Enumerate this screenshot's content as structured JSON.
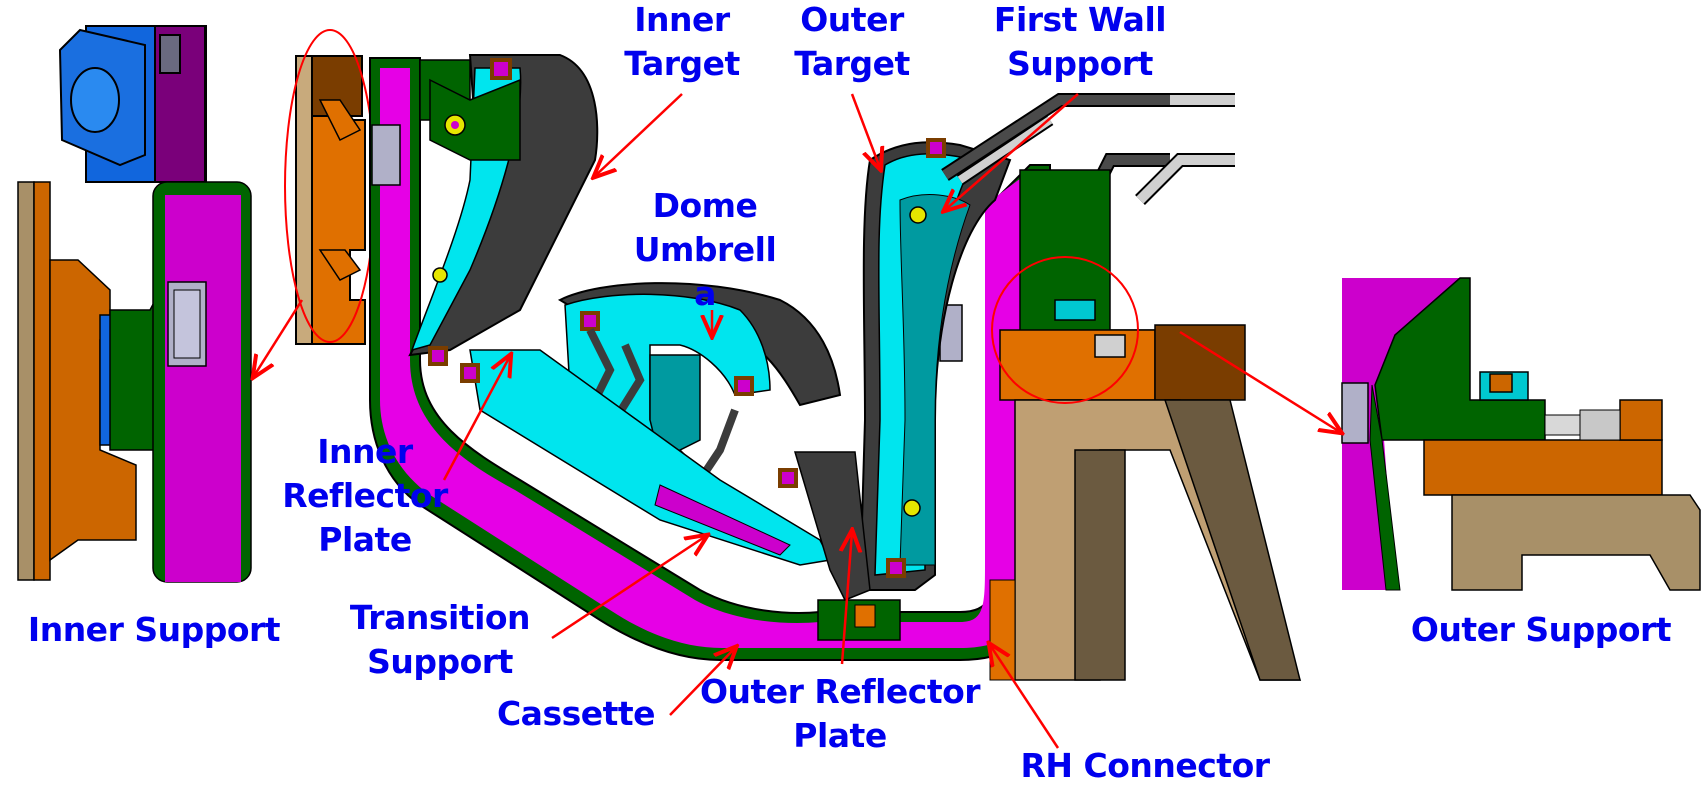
{
  "figure": {
    "title": "Divertor cassette assembly components",
    "labels": {
      "inner_target": [
        "Inner",
        "Target"
      ],
      "outer_target": [
        "Outer",
        "Target"
      ],
      "first_wall_support": [
        "First Wall",
        "Support"
      ],
      "dome_umbrella": [
        "Dome",
        "Umbrell",
        "a"
      ],
      "inner_reflector_plate": [
        "Inner",
        "Reflector",
        "Plate"
      ],
      "transition_support": [
        "Transition",
        "Support"
      ],
      "cassette": "Cassette",
      "outer_reflector_plate": [
        "Outer Reflector",
        "Plate"
      ],
      "rh_connector": "RH Connector",
      "inner_support": "Inner Support",
      "outer_support": "Outer Support"
    },
    "colors": {
      "label_text": "#0000ee",
      "arrow": "#ff0000",
      "cassette_body": "#e600e6",
      "cassette_frame": "#006400",
      "target_tiles": "#3c3c3c",
      "target_cooling": "#00e5ee",
      "support_orange": "#e07000",
      "support_brown": "#7a3d00",
      "tan_structure": "#bf9f73",
      "dark_tan": "#6b5a40",
      "blue_part": "#1166dd",
      "pipe_grey": "#c8c8c8"
    }
  }
}
